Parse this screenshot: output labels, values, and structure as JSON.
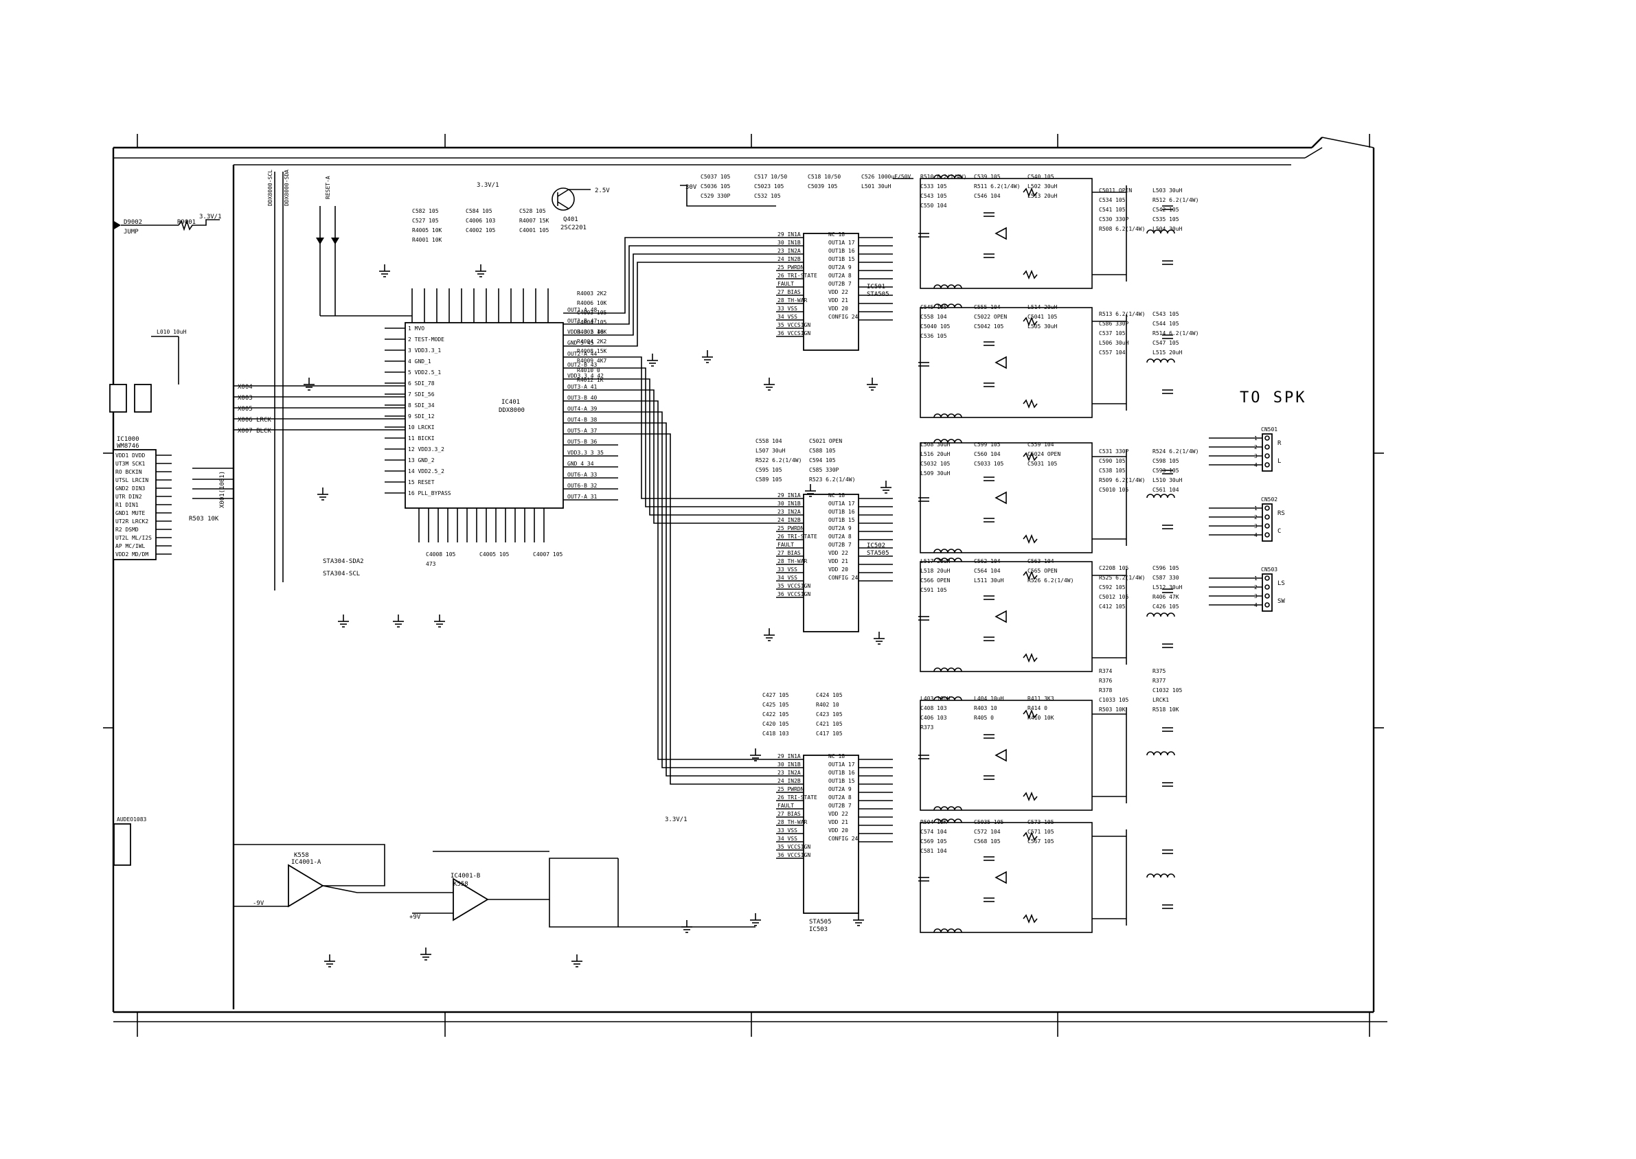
{
  "heading": {
    "to_spk": "TO SPK"
  },
  "chips": {
    "ic401": {
      "ref": "IC401",
      "part": "DDX8000"
    },
    "ic501": {
      "ref": "IC501",
      "part": "STA505"
    },
    "ic502": {
      "ref": "IC502",
      "part": "STA505"
    },
    "ic503": {
      "ref": "IC503",
      "part": "STA505"
    },
    "ic1000": {
      "ref": "IC1000",
      "part": "WM8746"
    },
    "ic4001a": {
      "ref": "IC4001-A",
      "part": "K558"
    },
    "ic4001b": {
      "ref": "IC4001-B",
      "part": "K558"
    },
    "q401": {
      "ref": "Q401",
      "part": "2SC2201"
    }
  },
  "sta505_pins_left": [
    "29 IN1A",
    "30 IN1B",
    "23 IN2A",
    "24 IN2B",
    "25 PWRDN",
    "26 TRI-STATE",
    "  FAULT",
    "27 BIAS",
    "28 TH-WAR",
    "33 VSS",
    "34 VSS",
    "35 VCCSIGN",
    "36 VCCSIGN"
  ],
  "sta505_pins_right": [
    "NC 18",
    "OUT1A 17",
    "OUT1B 16",
    "OUT1B 15",
    "OUT2A 9",
    "OUT2A 8",
    "OUT2B 7",
    "VDD 22",
    "VDD 21",
    "VDD 20",
    "CONFIG 24"
  ],
  "ddx8000_pins_left": [
    "1 MVO",
    "2 TEST-MODE",
    "3 VDD3.3_1",
    "4 GND_1",
    "5 VDD2.5_1",
    "6 SDI_78",
    "7 SDI_56",
    "8 SDI_34",
    "9 SDI_12",
    "10 LRCKI",
    "11 BICKI",
    "12 VDD3.3_2",
    "13 GND_2",
    "14 VDD2.5_2",
    "15 RESET",
    "16 PLL_BYPASS"
  ],
  "ddx8000_pins_right": [
    "OUT1-A 48",
    "OUT1-B 47",
    "VDD3.3_5 46",
    "GND_5 45",
    "OUT2-A 44",
    "OUT2-B 43",
    "VDD3.3_4 42",
    "OUT3-A 41",
    "OUT3-B 40",
    "OUT4-A 39",
    "OUT4-B 38",
    "OUT5-A 37",
    "OUT5-B 36",
    "VDD3.3_3 35",
    "GND_4 34",
    "OUT6-A 33",
    "OUT6-B 32",
    "OUT7-A 31"
  ],
  "wm8746_pins": [
    "VDD1 DVDD",
    "UT3M SCK1",
    "RO BCKIN",
    "UTSL LRCIN",
    "GND2 DIN3",
    "UTR DIN2",
    "R1 DIN1",
    "GND1 MUTE",
    "UT2R LRCK2",
    "R2 DSMD",
    "UT2L ML/I2S",
    "AP MC/IWL",
    "VDD2 MD/DM"
  ],
  "connectors": [
    {
      "ref": "CN501",
      "pins": [
        "1",
        "2",
        "3",
        "4"
      ],
      "labels": [
        "R",
        "",
        "L"
      ]
    },
    {
      "ref": "CN502",
      "pins": [
        "1",
        "2",
        "3",
        "4"
      ],
      "labels": [
        "RS",
        "",
        "C"
      ]
    },
    {
      "ref": "CN503",
      "pins": [
        "1",
        "2",
        "3",
        "4"
      ],
      "labels": [
        "LS",
        "",
        "SW"
      ]
    }
  ],
  "misc_text": {
    "sheet_ref": "AUDEO1083",
    "jump": "JUMP",
    "r9001": "R9001",
    "d9002": "D9002",
    "v33": "3.3V/1",
    "v25": "2.5V",
    "v30": "30V",
    "v9p": "+9V",
    "v9n": "-9V",
    "gnd": "GND",
    "open": "OPEN",
    "sda": "STA304-SDA2",
    "scl": "STA304-SCL",
    "reset": "RESET-A",
    "sda_v": "DDX8000-SDA",
    "scl_v": "DDX8000-SCL",
    "l010": "L010 10uH",
    "x004": "X004",
    "x003": "X003",
    "x005": "X005",
    "x006": "X006 LRCK",
    "x007": "X007 BLCK",
    "x001": "X001(1001)"
  },
  "passives": [
    "C5037 105",
    "C517 10/50",
    "C518 10/50",
    "C526 1000uF/50V",
    "C5036 105",
    "C5023 105",
    "C5039 105",
    "L501 30uH",
    "C529 330P",
    "C532 105",
    "R510 6.2(1/4W)",
    "C539 105",
    "C540 105",
    "C533 105",
    "R511 6.2(1/4W)",
    "L502 30uH",
    "C543 105",
    "C546 104",
    "L513 20uH",
    "C550 104",
    "C5011 OPEN",
    "L503 30uH",
    "C534 105",
    "R512 6.2(1/4W)",
    "C541 105",
    "C542 105",
    "C530 330P",
    "C535 105",
    "R508 6.2(1/4W)",
    "L504 30uH",
    "C545 105",
    "C555 104",
    "L514 20uH",
    "C558 104",
    "C5022 OPEN",
    "C5041 105",
    "C5040 105",
    "C5042 105",
    "L505 30uH",
    "C536 105",
    "R513 6.2(1/4W)",
    "C543 105",
    "C586 330P",
    "C544 105",
    "C537 105",
    "R514 6.2(1/4W)",
    "L506 30uH",
    "C547 105",
    "C557 104",
    "L515 20uH",
    "C558 104",
    "C5021 OPEN",
    "L507 30uH",
    "C588 105",
    "R522 6.2(1/4W)",
    "C594 105",
    "C595 105",
    "C585 330P",
    "C589 105",
    "R523 6.2(1/4W)",
    "L508 30uH",
    "C599 105",
    "C559 104",
    "L516 20uH",
    "C560 104",
    "C5024 OPEN",
    "C5032 105",
    "C5033 105",
    "C5031 105",
    "L509 30uH",
    "C531 330P",
    "R524 6.2(1/4W)",
    "C590 105",
    "C598 105",
    "C538 105",
    "C593 105",
    "R509 6.2(1/4W)",
    "L510 30uH",
    "C5010 105",
    "C561 104",
    "L517 20uH",
    "C562 104",
    "C563 104",
    "L518 20uH",
    "C564 104",
    "C565 OPEN",
    "C566 OPEN",
    "L511 30uH",
    "R526 6.2(1/4W)",
    "C591 105",
    "C2208 105",
    "C596 105",
    "R525 6.2(1/4W)",
    "C587 330",
    "C592 105",
    "L512 30uH",
    "C5012 105",
    "R406 47K",
    "C412 105",
    "C426 105",
    "C427 105",
    "C424 105",
    "C425 105",
    "R402 10",
    "C422 105",
    "C423 105",
    "C420 105",
    "C421 105",
    "C418 103",
    "C417 105",
    "L403 10uH",
    "L404 10uH",
    "R411 3K3",
    "C408 103",
    "R403 10",
    "R414 0",
    "C406 103",
    "R405 0",
    "R410 10K",
    "R373",
    "R374",
    "R375",
    "R376",
    "R377",
    "R378",
    "C1032 105",
    "C1033 105",
    "LRCK1",
    "R503 10K",
    "R518 10K",
    "R504 10K",
    "C5035 105",
    "C573 105",
    "C574 104",
    "C572 104",
    "C571 105",
    "C569 105",
    "C568 105",
    "C567 105",
    "C581 104",
    "C582 105",
    "C584 105",
    "C528 105",
    "C527 105",
    "C4006 103",
    "R4007 15K",
    "R4005 10K",
    "C4002 105",
    "C4001 105",
    "R4001 10K",
    "R4003 2K2",
    "R4006 10K",
    "C4003 105",
    "C4004 105",
    "R4002 10K",
    "R4004 2K2",
    "R4008 15K",
    "R4009 4K7",
    "R4010 0",
    "R4012 1K",
    "C4008 105",
    "C4005 105",
    "C4007 105",
    "473"
  ]
}
